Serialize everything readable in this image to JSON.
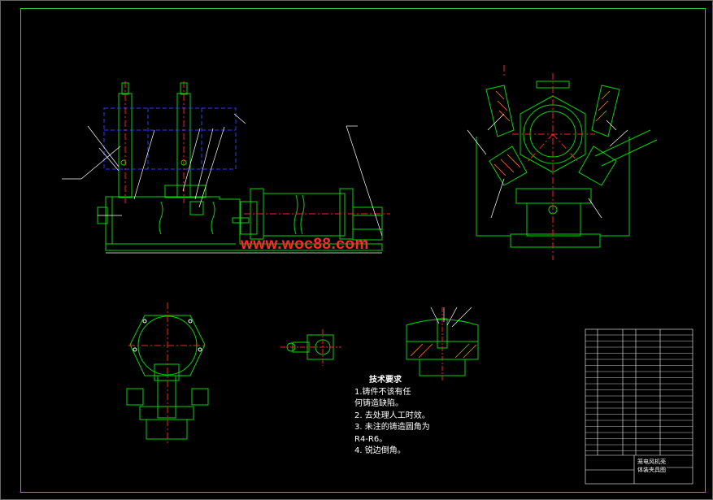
{
  "watermark": "www.woc88.com",
  "tech_requirements": {
    "title": "技术要求",
    "lines": [
      "1.铸件不该有任",
      "何铸造缺陷。",
      "2. 去处理人工时效。",
      "3. 未注的铸造圆角为",
      "R4-R6。",
      "4. 锐边倒角。"
    ]
  },
  "title_block": {
    "name_line1": "笼电风机壳",
    "name_line2": "体装夹具图"
  },
  "colors": {
    "background": "#000000",
    "frame": "#35c435",
    "part": "#00d800",
    "center_line": "#ff2020",
    "hidden_line": "#3333ff",
    "annotation": "#ffffff",
    "hatch": "#ff8800"
  }
}
